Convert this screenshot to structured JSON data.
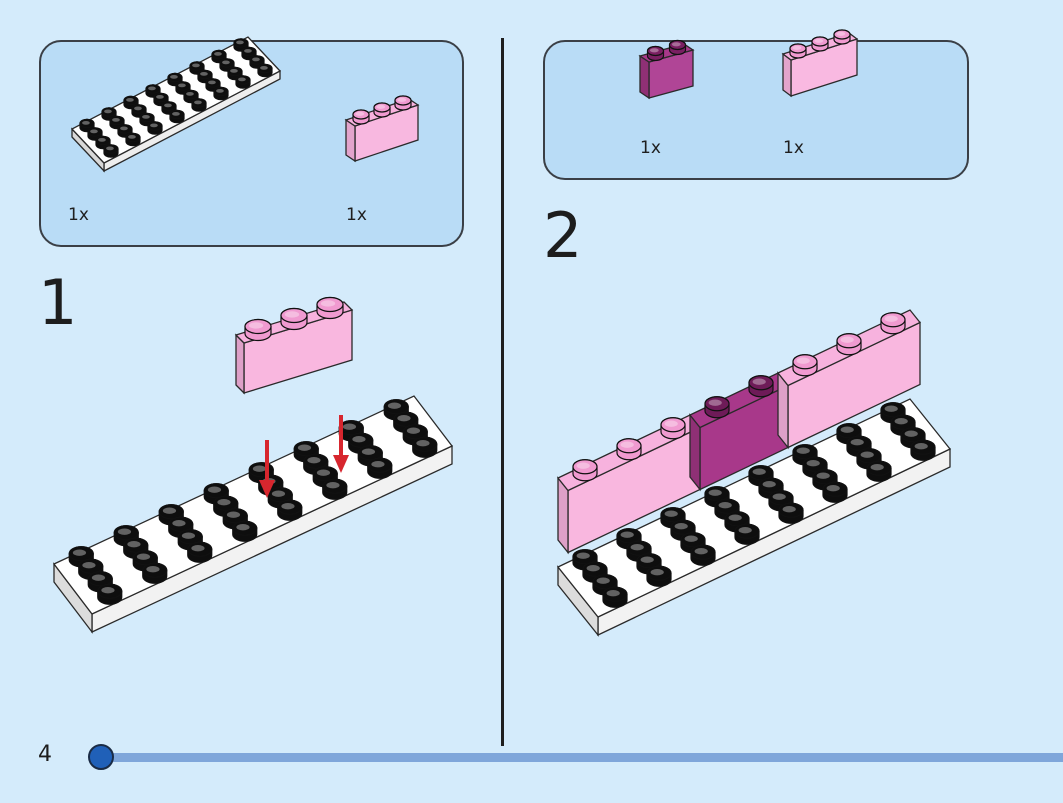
{
  "page": {
    "number": "4"
  },
  "colors": {
    "background": "#d4ebfb",
    "parts_box": "#b9dcf6",
    "pink_brick": "#f7b2de",
    "magenta_brick": "#a8388a",
    "arrow": "#d7262e",
    "plate": "#ffffff",
    "progress": "#7fa6da"
  },
  "steps": [
    {
      "number": "1",
      "parts": [
        {
          "name": "white 4x8 plate",
          "qty": "1x"
        },
        {
          "name": "pink 1x3 brick",
          "qty": "1x"
        }
      ]
    },
    {
      "number": "2",
      "parts": [
        {
          "name": "magenta 1x2 brick",
          "qty": "1x"
        },
        {
          "name": "pink 1x3 brick",
          "qty": "1x"
        }
      ]
    }
  ],
  "progress": {
    "fraction": 0.0
  }
}
